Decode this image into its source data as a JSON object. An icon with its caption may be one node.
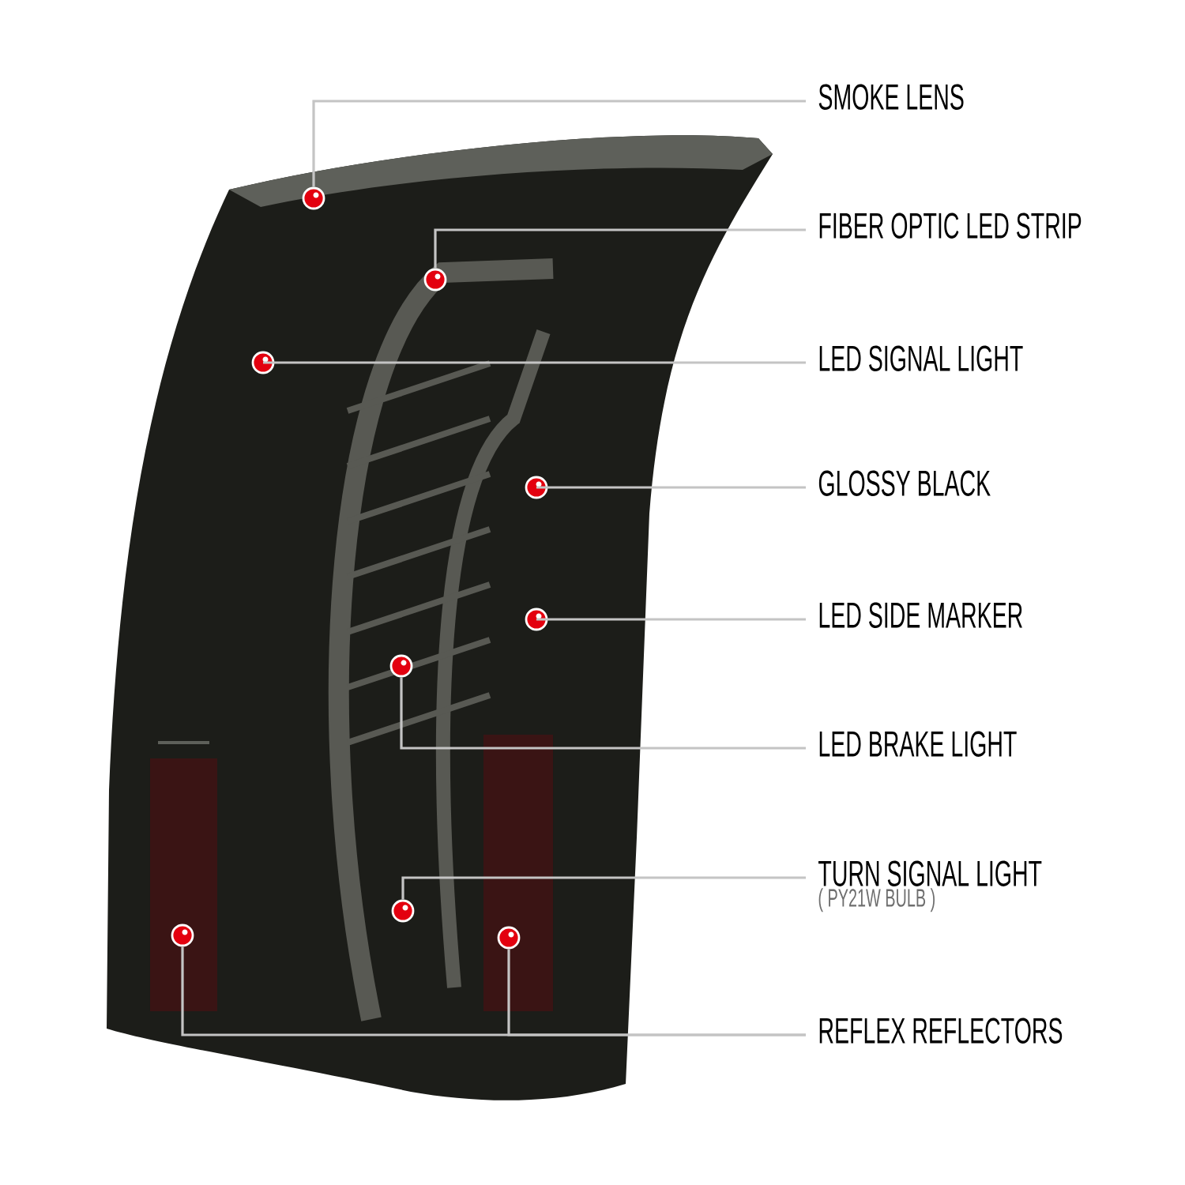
{
  "diagram": {
    "nodes": [
      {
        "text": [
          "SMOKE LENS"
        ]
      },
      {
        "text": [
          "FIBER OPTIC LED STRIP"
        ]
      },
      {
        "text": [
          "LED SIGNAL LIGHT"
        ]
      },
      {
        "text": [
          "GLOSSY BLACK"
        ]
      },
      {
        "text": [
          "LED SIDE MARKER"
        ]
      },
      {
        "text": [
          "LED BRAKE LIGHT"
        ]
      },
      {
        "text": [
          "TURN SIGNAL LIGHT",
          "( PY21W BULB )"
        ]
      },
      {
        "text": [
          "REFLEX REFLECTORS"
        ]
      },
      {
        "text": [],
        "shape": "circle"
      },
      {
        "text": [],
        "shape": "circle"
      },
      {
        "text": [],
        "shape": "circle"
      },
      {
        "text": [],
        "shape": "circle"
      },
      {
        "text": [],
        "shape": "circle"
      },
      {
        "text": [],
        "shape": "circle"
      },
      {
        "text": [],
        "shape": "circle"
      },
      {
        "text": [],
        "shape": "circle"
      },
      {
        "text": [],
        "shape": "circle"
      }
    ],
    "edges": [
      {
        "from": 0,
        "to": 8,
        "arrow": "none"
      },
      {
        "from": 1,
        "to": 9,
        "arrow": "none"
      },
      {
        "from": 2,
        "to": 10,
        "arrow": "none"
      },
      {
        "from": 3,
        "to": 11,
        "arrow": "none"
      },
      {
        "from": 4,
        "to": 12,
        "arrow": "none"
      },
      {
        "from": 5,
        "to": 13,
        "arrow": "none"
      },
      {
        "from": 6,
        "to": 14,
        "arrow": "none"
      },
      {
        "from": 7,
        "to": 15,
        "arrow": "none"
      },
      {
        "from": 7,
        "to": 16,
        "arrow": "none"
      }
    ]
  }
}
